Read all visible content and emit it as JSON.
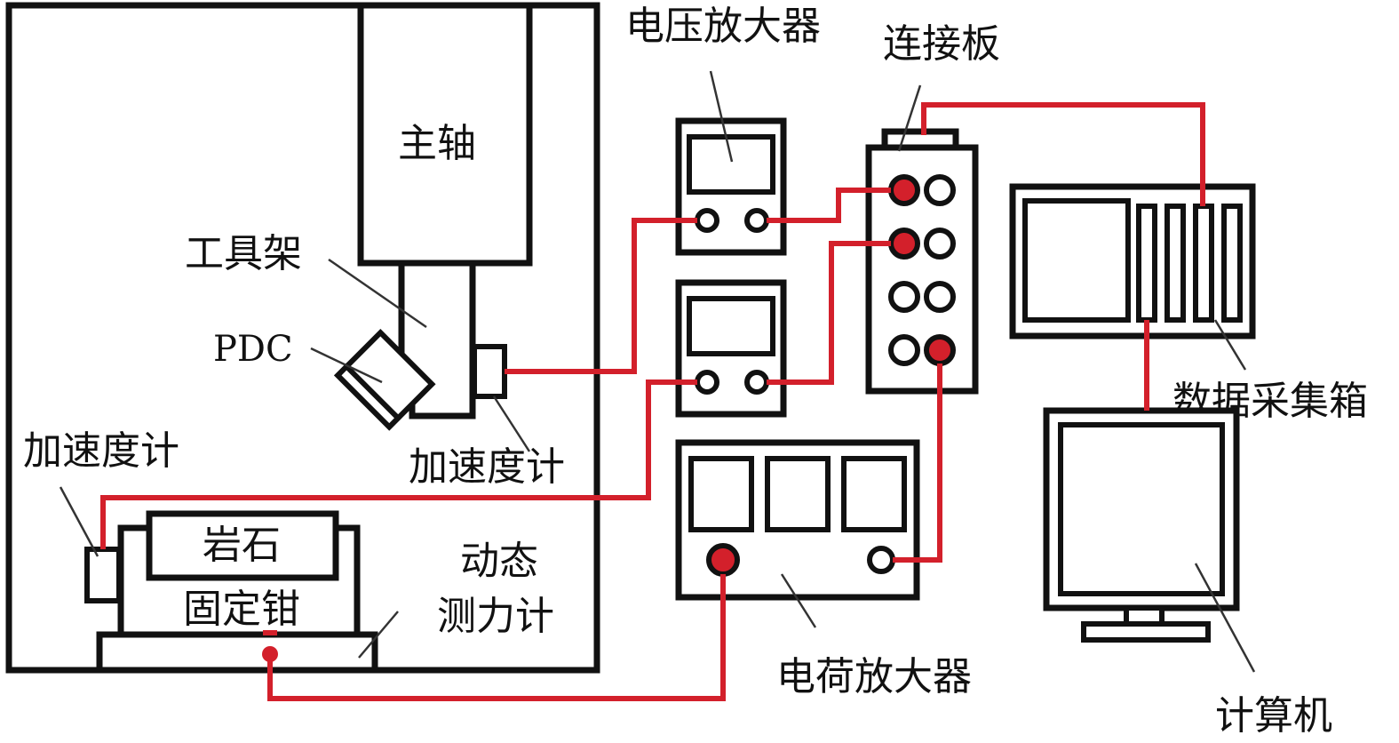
{
  "labels": {
    "spindle": "主轴",
    "tool_holder": "工具架",
    "pdc": "PDC",
    "accelerometer_left": "加速度计",
    "accelerometer_right": "加速度计",
    "rock": "岩石",
    "clamp": "固定钳",
    "dynamometer_line1": "动态",
    "dynamometer_line2": "测力计",
    "voltage_amplifier": "电压放大器",
    "connection_board": "连接板",
    "daq_box": "数据采集箱",
    "charge_amplifier": "电荷放大器",
    "computer": "计算机"
  },
  "colors": {
    "wire": "#d3202b",
    "outline": "#111111"
  }
}
